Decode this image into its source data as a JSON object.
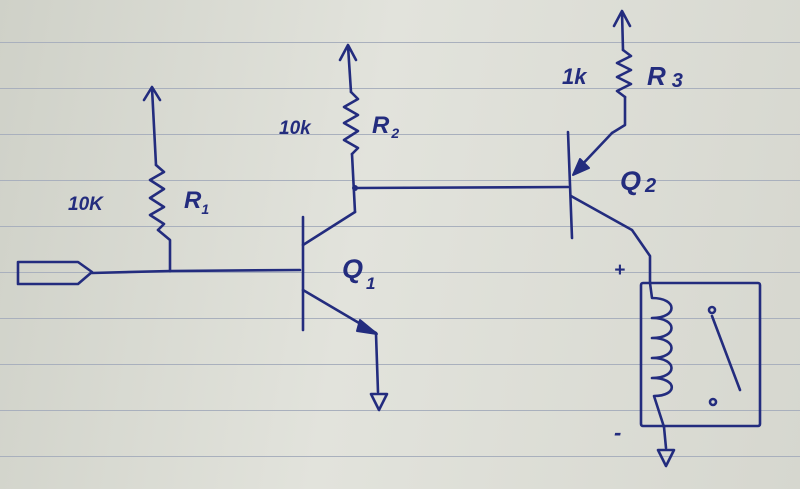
{
  "page": {
    "background": "#dfe0d9",
    "ink": "#232c7e",
    "rule_color": "#a9b0bd"
  },
  "components": {
    "r1": {
      "value": "10K",
      "name": "R",
      "subscript": "1"
    },
    "r2": {
      "value": "10k",
      "name": "R",
      "subscript": "2"
    },
    "r3": {
      "value": "1k",
      "name": "R",
      "subscript": "3"
    },
    "q1": {
      "name": "Q",
      "subscript": "1"
    },
    "q2": {
      "name": "Q",
      "subscript": "2"
    },
    "relay": {
      "plus": "+",
      "minus": "-"
    }
  }
}
